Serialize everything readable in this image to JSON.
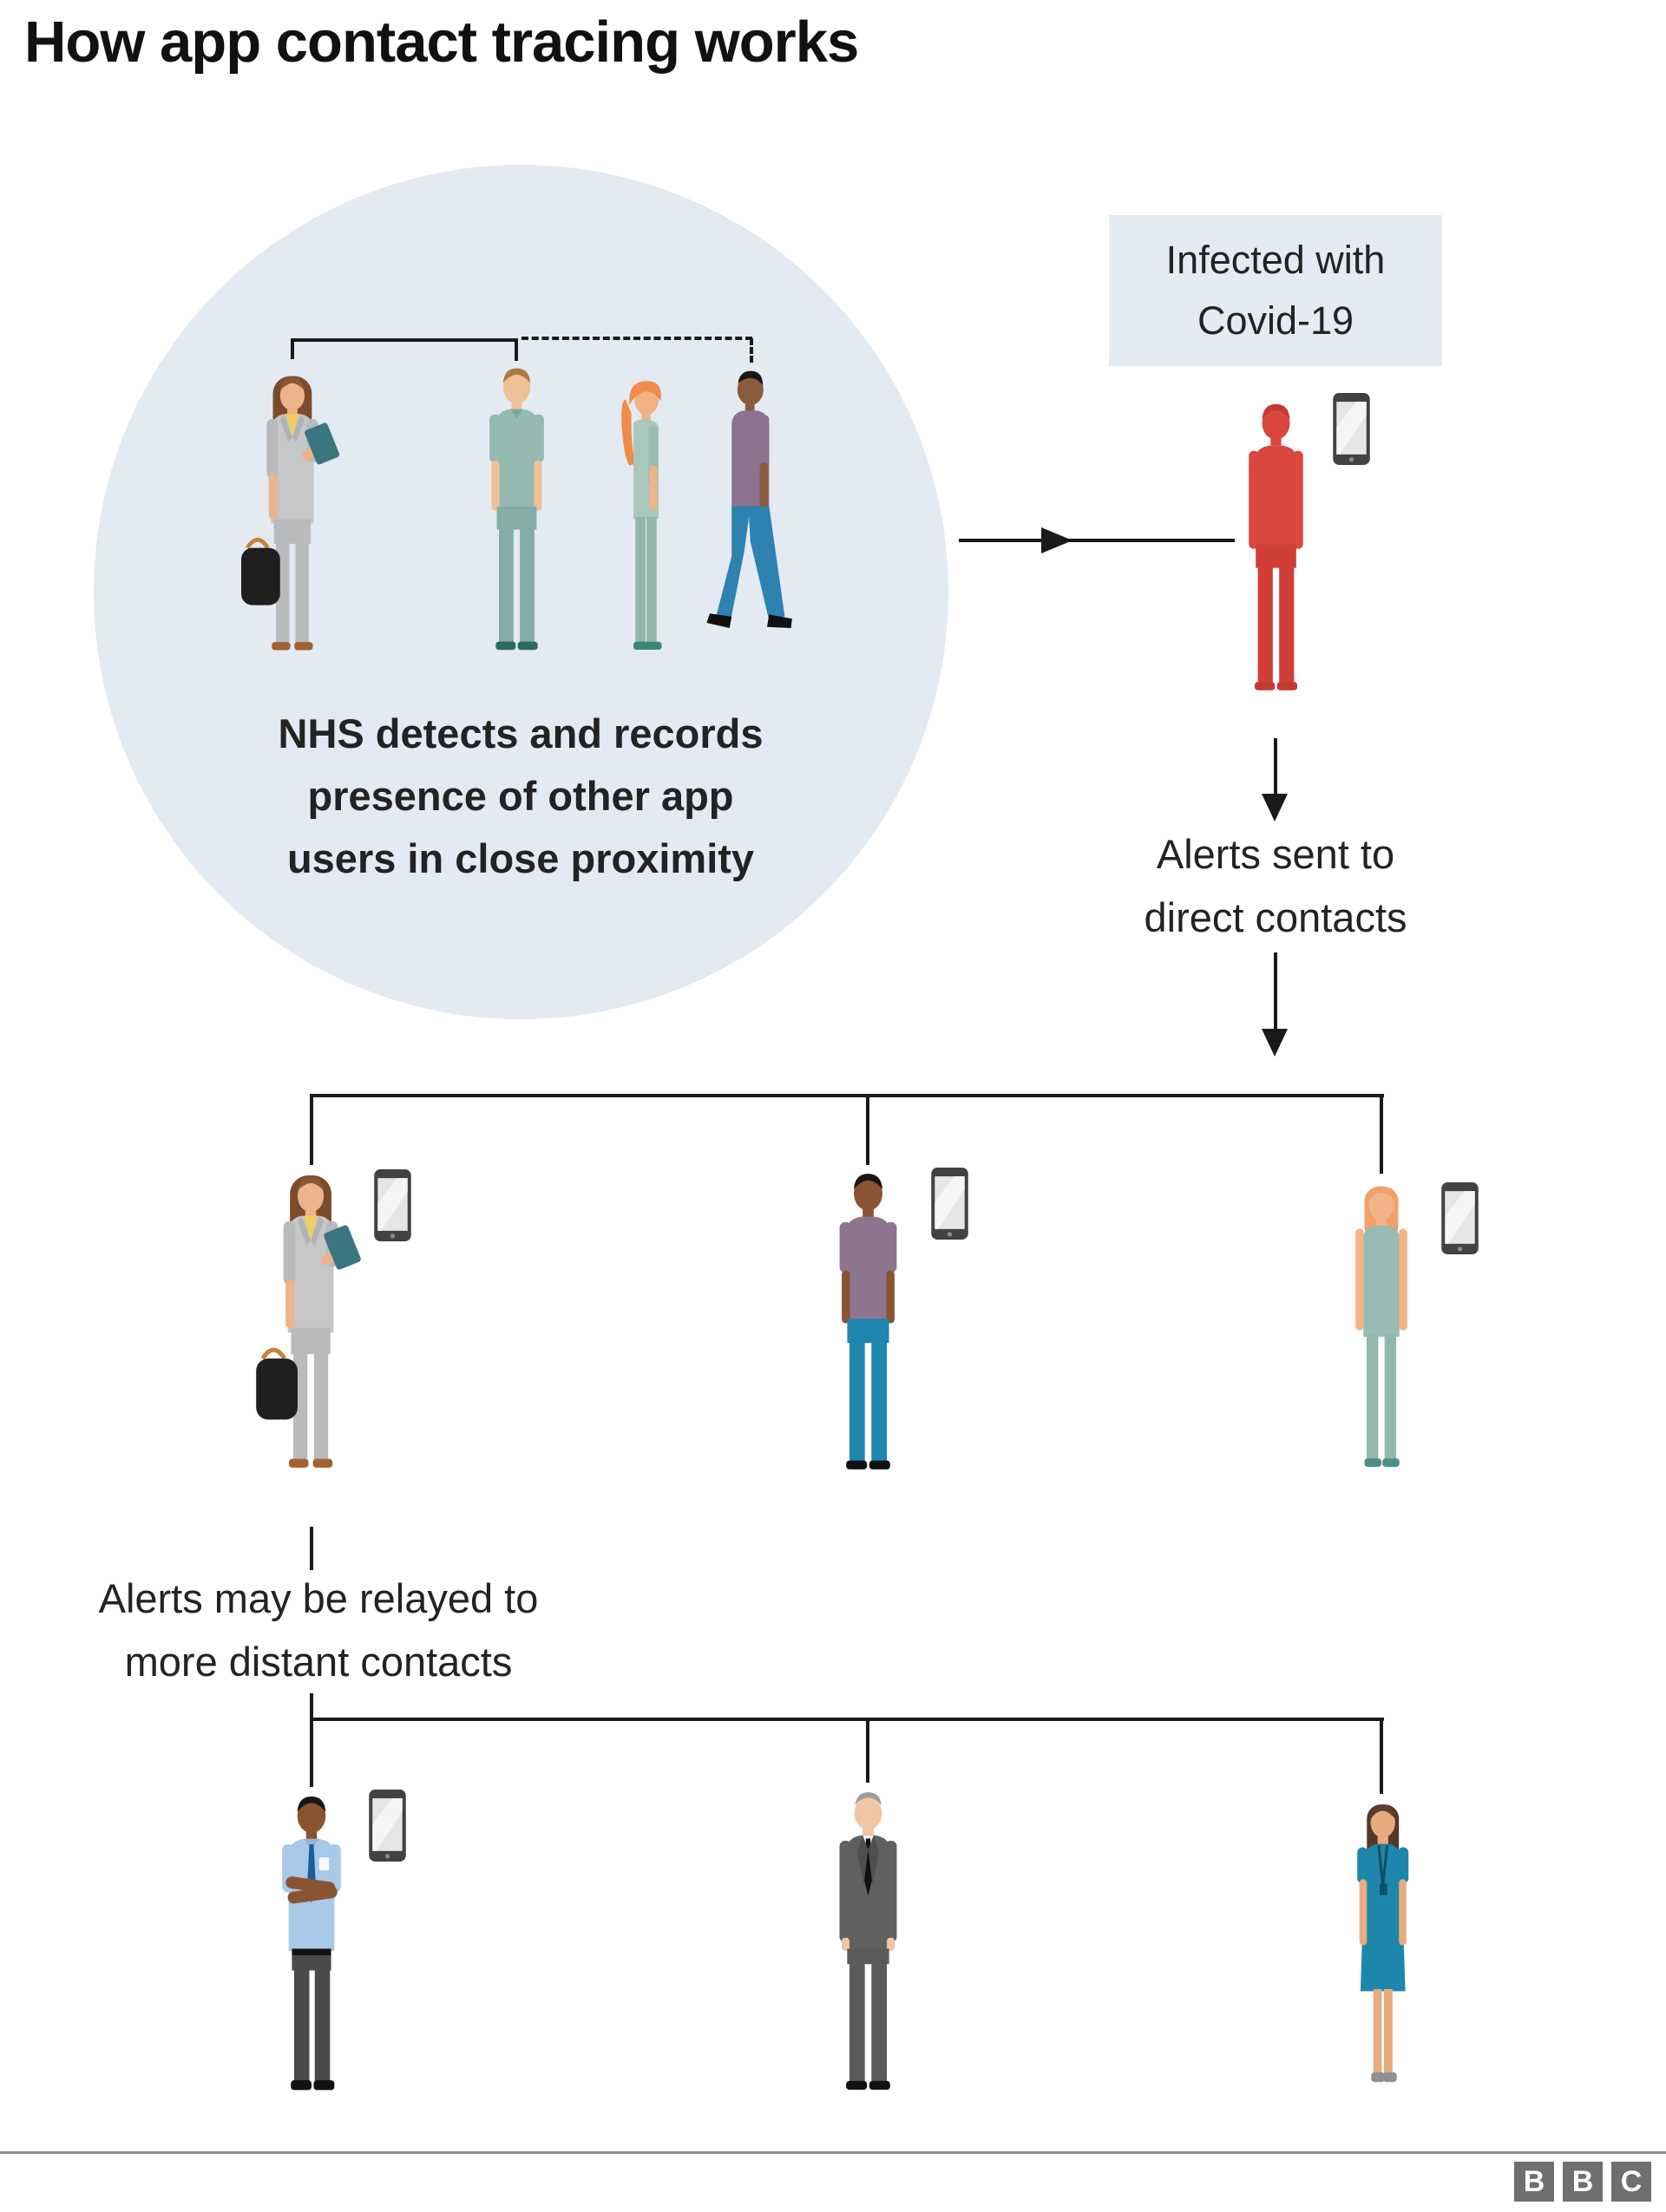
{
  "title": "How app contact tracing works",
  "colors": {
    "page_bg": "#ffffff",
    "circle_bg": "#e3eaf2",
    "label_bg": "#e4ebf3",
    "line": "#1a1a1a",
    "title_text": "#111111",
    "body_text": "#232323",
    "infected_red": "#d9473e",
    "footer_rule": "#8a8a8a",
    "logo_bg": "#6f6f6f",
    "logo_letter": "#ffffff"
  },
  "proximity_group": {
    "caption_lines": [
      "NHS detects and records",
      "presence of other app",
      "users in close proximity"
    ],
    "people": [
      "businesswoman-with-clipboard",
      "man-teal-polo",
      "woman-ponytail-profile",
      "man-walking-profile"
    ]
  },
  "infected_label": {
    "lines": [
      "Infected with",
      "Covid-19"
    ]
  },
  "alerts_direct": {
    "lines": [
      "Alerts sent to",
      "direct contacts"
    ]
  },
  "alerts_distant": {
    "lines": [
      "Alerts may be relayed to",
      "more distant contacts"
    ]
  },
  "direct_contacts": [
    "businesswoman-with-clipboard",
    "man-purple-shirt",
    "woman-teal-top"
  ],
  "distant_contacts": [
    "man-blue-shirt-crossed-arms",
    "man-gray-suit",
    "woman-teal-dress"
  ],
  "icons": {
    "phone": "smartphone-icon"
  },
  "footer": {
    "logo_letters": [
      "B",
      "B",
      "C"
    ]
  }
}
